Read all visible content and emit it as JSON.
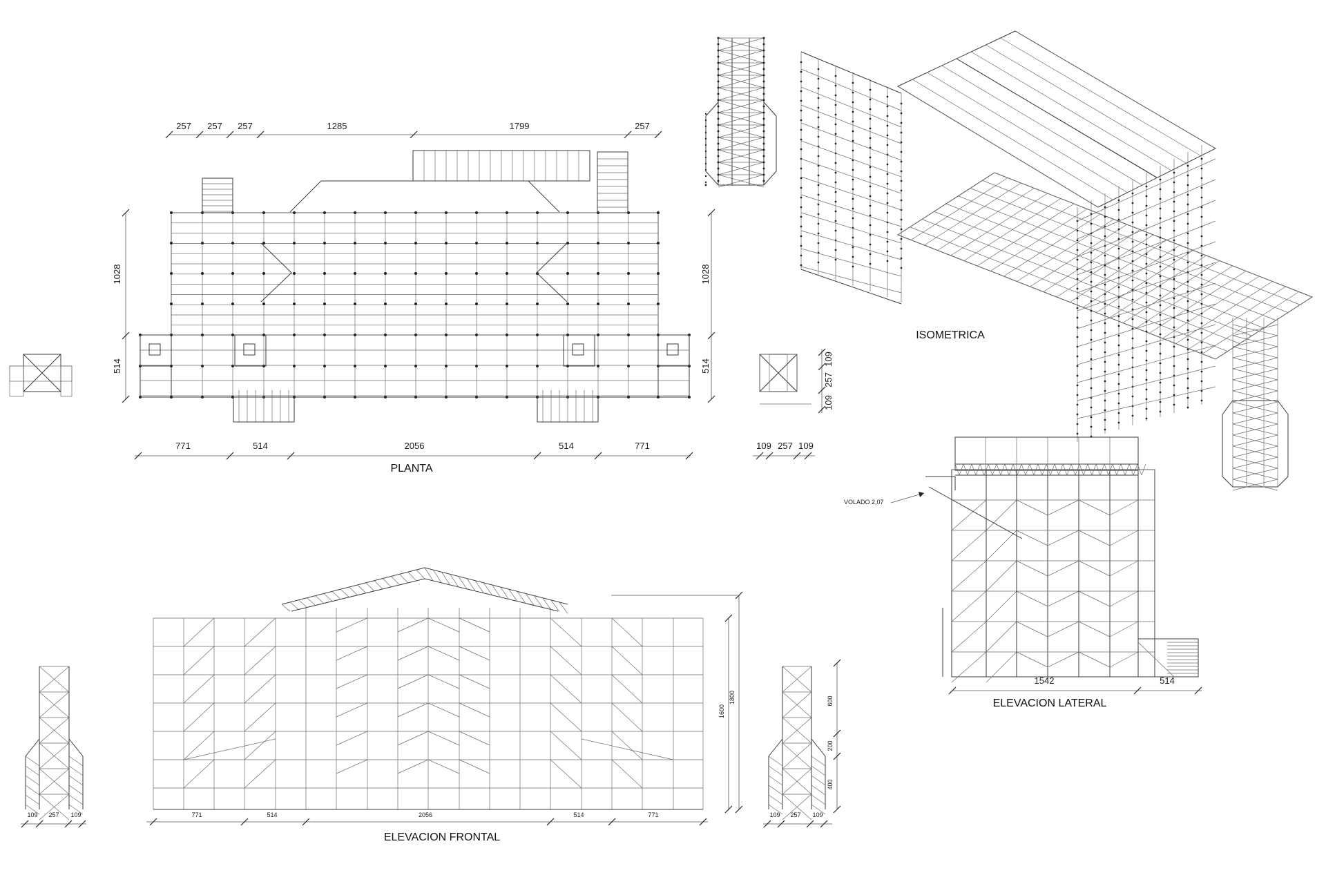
{
  "views": {
    "planta": {
      "title": "PLANTA",
      "top_dims": [
        "257",
        "257",
        "257",
        "1285",
        "1799",
        "257"
      ],
      "bottom_dims": [
        "771",
        "514",
        "2056",
        "514",
        "771"
      ],
      "left_dims": [
        "1028",
        "514"
      ],
      "right_dims": [
        "1028",
        "514"
      ]
    },
    "tower_plan": {
      "right_dims": [
        "109",
        "257",
        "109"
      ],
      "bottom_dims": [
        "109",
        "257",
        "109"
      ]
    },
    "isometrica": {
      "title": "ISOMETRICA"
    },
    "elevacion_lateral": {
      "title": "ELEVACION LATERAL",
      "note": "VOLADO 2,07",
      "bottom_dims": [
        "1542",
        "514"
      ]
    },
    "elevacion_frontal": {
      "title": "ELEVACION FRONTAL",
      "bottom_dims": [
        "771",
        "514",
        "2056",
        "514",
        "771"
      ],
      "right_dims": [
        "1600",
        "1800"
      ]
    },
    "tower_elevation_left": {
      "bottom_dims": [
        "109",
        "257",
        "109"
      ]
    },
    "tower_elevation_right": {
      "bottom_dims": [
        "109",
        "257",
        "109"
      ],
      "right_dims": [
        "600",
        "200",
        "400"
      ]
    }
  }
}
